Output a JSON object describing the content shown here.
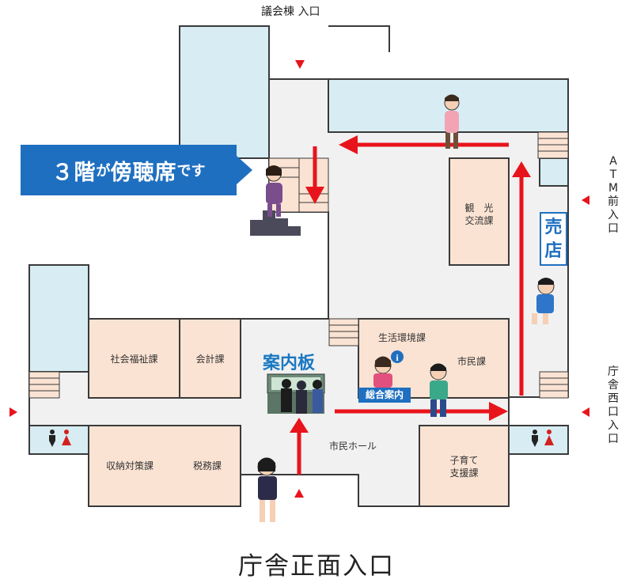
{
  "title": "庁舎正面入口",
  "callout": {
    "part1": "３階",
    "part2": "が",
    "part3": "傍聴席",
    "part4": "です"
  },
  "entrances": {
    "gikai": "議会棟 入口",
    "atm": "ATM前 入口",
    "west": "庁舎西口 入口",
    "main": "庁舎正面入口"
  },
  "rooms": {
    "kanko": "観　光\n交流課",
    "shop": "売店",
    "shakai": "社会福祉課",
    "kaikei": "会計課",
    "seikatsu": "生活環境課",
    "shimin": "市民課",
    "shuno": "収納対策課",
    "zeimu": "税務課",
    "kosodate": "子育て\n支援課",
    "hall": "市民ホール"
  },
  "signs": {
    "guide_board": "案内板",
    "info_desk": "総合案内"
  },
  "colors": {
    "wall": "#3a3a3a",
    "room_fill": "#fbe3d3",
    "light_blue": "#d7edf3",
    "corridor": "#f1f1f1",
    "route_red": "#e8141c",
    "accent_blue": "#1f6fc0"
  },
  "icons": [
    "person-walking-icon",
    "staircase-icon",
    "restroom-icon",
    "info-icon",
    "entrance-marker-icon",
    "guide-board-icon"
  ]
}
